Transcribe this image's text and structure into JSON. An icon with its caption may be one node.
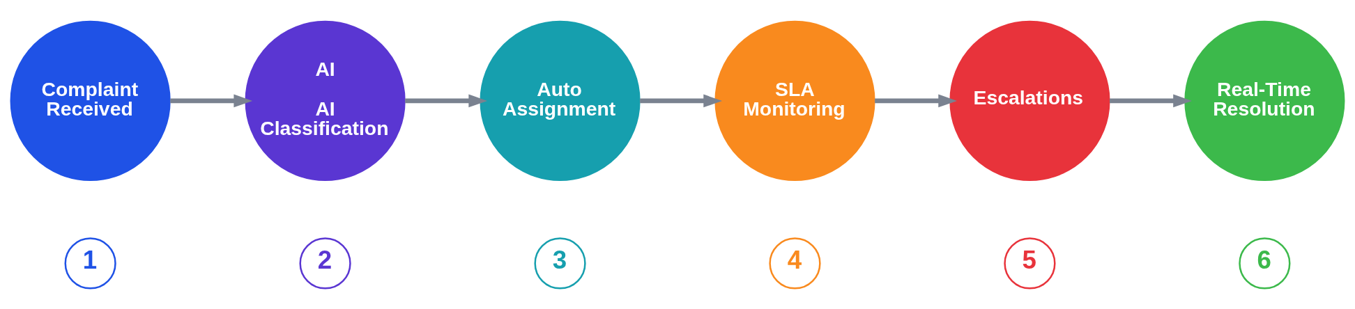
{
  "diagram": {
    "nodes": [
      {
        "text": [
          "Complaint Received"
        ]
      },
      {
        "text": [
          "AI",
          "AI Classification"
        ]
      },
      {
        "text": [
          "Auto Assignment"
        ]
      },
      {
        "text": [
          "SLA Monitoring"
        ]
      },
      {
        "text": [
          "Escalations"
        ]
      },
      {
        "text": [
          "Real-Time Resolution"
        ]
      },
      {
        "text": [
          "1"
        ]
      },
      {
        "text": [
          "2"
        ]
      },
      {
        "text": [
          "3"
        ]
      },
      {
        "text": [
          "4"
        ]
      },
      {
        "text": [
          "5"
        ]
      },
      {
        "text": [
          "6"
        ]
      }
    ],
    "edges": [
      {
        "from": 0,
        "to": 1,
        "arrow": "to"
      },
      {
        "from": 1,
        "to": 2,
        "arrow": "to"
      },
      {
        "from": 2,
        "to": 3,
        "arrow": "to"
      },
      {
        "from": 3,
        "to": 4,
        "arrow": "to"
      },
      {
        "from": 4,
        "to": 5,
        "arrow": "to"
      }
    ]
  }
}
